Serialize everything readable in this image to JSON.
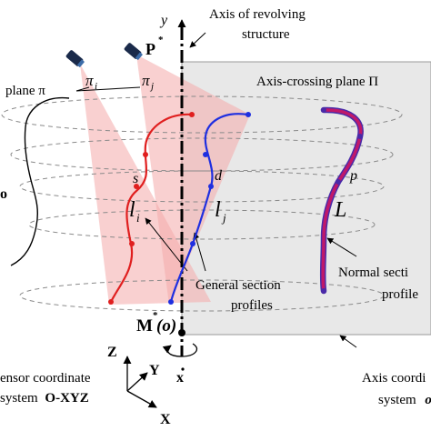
{
  "labels": {
    "axis_revolving_l1": "Axis of revolving",
    "axis_revolving_l2": "structure",
    "axis_crossing_plane": "Axis-crossing plane Π",
    "plane_pi": "plane π",
    "pi_i": "π",
    "pi_i_sub": "i",
    "pi_j": "π",
    "pi_j_sub": "j",
    "y_axis": "y",
    "p_star": "P",
    "p_star_sup": "*",
    "point_s": "s",
    "point_d": "d",
    "point_p": "p",
    "l_i": "l",
    "l_i_sub": "i",
    "l_j": "l",
    "l_j_sub": "j",
    "big_l": "L",
    "general_section_l1": "General section",
    "general_section_l2": "profiles",
    "normal_section_l1": "Normal secti",
    "normal_section_l2": "profile",
    "m_star": "M",
    "m_star_sup": "*",
    "m_star_o": "(o)",
    "sensor_l1": "ensor coordinate",
    "sensor_l2": "system",
    "sensor_l2_bold": "O-XYZ",
    "axis_coord_l1": "Axis coordi",
    "axis_coord_l2": "system",
    "axis_coord_l2_tail": "o",
    "z_label": "Z",
    "y_label": "Y",
    "x_label": "X",
    "x_axis_label": "x",
    "left_edge_glyph": "o"
  },
  "colors": {
    "red_profile": "#e01f1f",
    "blue_profile": "#1f2fe0",
    "normal_profile": "#c0186a",
    "normal_profile_edge": "#4a2aa8",
    "plane_fill": "#e8e8e8",
    "beam_fill": "#f4a9a9",
    "ellipse_stroke": "#8a8a8a"
  }
}
